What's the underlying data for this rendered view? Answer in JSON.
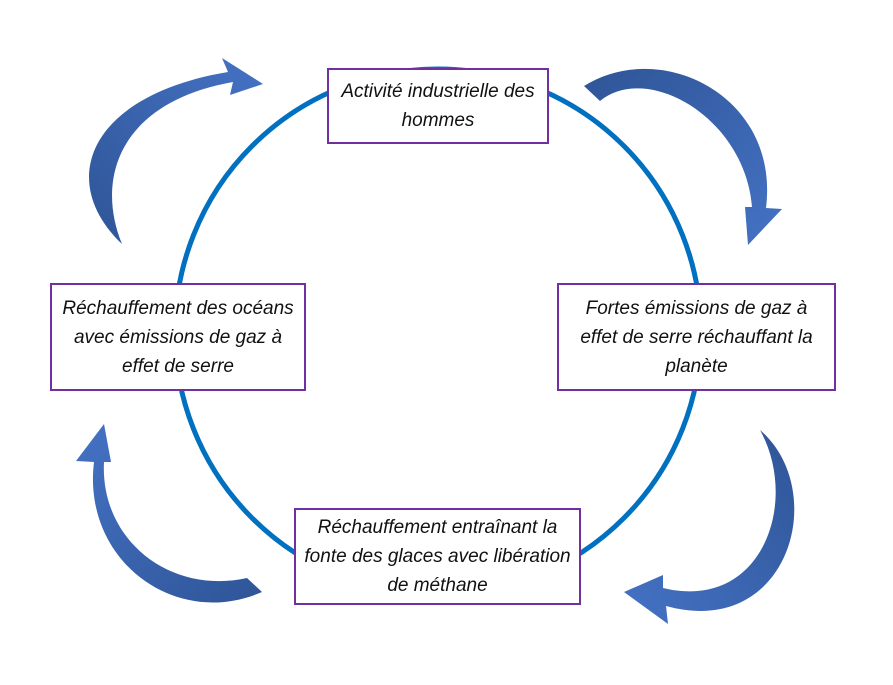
{
  "colors": {
    "cycle_ring": "#0070c0",
    "box_border": "#7030a0",
    "arrow_light": "#4472c4",
    "arrow_dark": "#2f5597",
    "text": "#111111"
  },
  "nodes": [
    {
      "id": "top",
      "label": "Activité industrielle des hommes"
    },
    {
      "id": "right",
      "label": "Fortes émissions de gaz à effet de serre réchauffant la planète"
    },
    {
      "id": "bottom",
      "label": "Réchauffement entraînant la fonte des glaces avec libération de méthane"
    },
    {
      "id": "left",
      "label": "Réchauffement des océans avec émissions de gaz à effet de serre"
    }
  ],
  "arrows": [
    {
      "from": "left",
      "to": "top",
      "icon": "curved-arrow-icon"
    },
    {
      "from": "top",
      "to": "right",
      "icon": "curved-arrow-icon"
    },
    {
      "from": "right",
      "to": "bottom",
      "icon": "curved-arrow-icon"
    },
    {
      "from": "bottom",
      "to": "left",
      "icon": "curved-arrow-icon"
    }
  ]
}
